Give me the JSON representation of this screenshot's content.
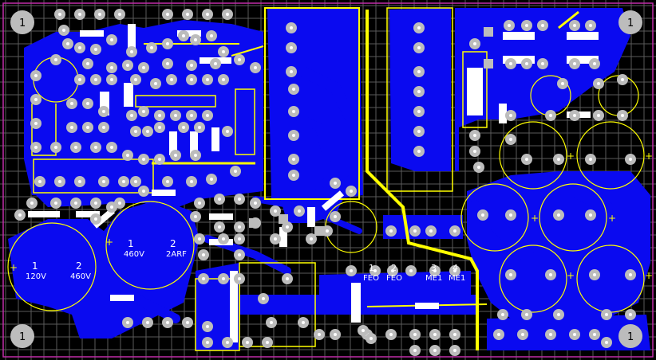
{
  "colors": {
    "background": "#000000",
    "grid": "#5a5a5a",
    "frame": "#c02ca8",
    "copper": "#0a0af0",
    "silkscreen": "#ffff00",
    "pad": "#bcbcbc",
    "hole": "#ffffff"
  },
  "corner_pads": {
    "label": "1"
  },
  "capacitors": {
    "c_bottom_left": {
      "pin1": "1",
      "pin2": "2",
      "marking_a": "120V",
      "marking_b": "460V"
    },
    "c_bulk": {
      "pin1": "1",
      "pin2": "2",
      "marking_a": "460V",
      "marking_b": "2ARF"
    },
    "plus_mark": "+"
  },
  "connectors": {
    "j1": {
      "pin1": "1",
      "pin2": "2"
    },
    "j2": {
      "pin1": "3",
      "pin2": "4"
    },
    "j1_legend_a": "FEO",
    "j1_legend_b": "FEO",
    "j2_legend_a": "ME1",
    "j2_legend_b": "ME1"
  }
}
